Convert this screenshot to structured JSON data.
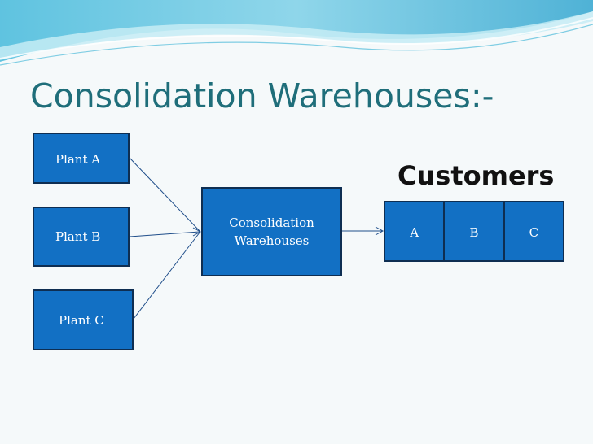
{
  "slide": {
    "title": "Consolidation Warehouses:-",
    "customers_heading": "Customers"
  },
  "nodes": {
    "plant_a": "Plant  A",
    "plant_b": "Plant  B",
    "plant_c": "Plant  C",
    "warehouse": "Consolidation Warehouses"
  },
  "customers": [
    "A",
    "B",
    "C"
  ],
  "colors": {
    "box_fill": "#1270c4",
    "box_border": "#0e2e52",
    "title": "#1f6e7a",
    "wave": "#4fb8d8",
    "arrow": "#1f4e8a"
  }
}
